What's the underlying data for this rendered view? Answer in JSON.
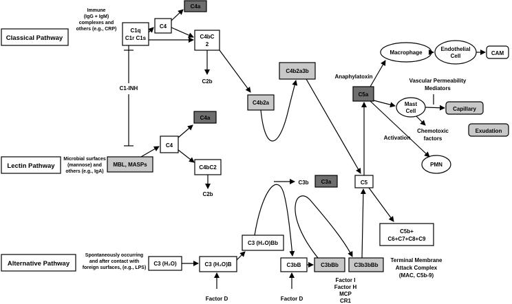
{
  "pathways": {
    "classical": "Classical Pathway",
    "lectin": "Lectin Pathway",
    "alternative": "Alternative Pathway"
  },
  "descriptions": {
    "classical": [
      "Immune",
      "(IgG + IgM)",
      "complexes and",
      "others (e.g., CRP)"
    ],
    "lectin": [
      "Microbial surfaces",
      "(mannose) and",
      "others (e.g., IgA)"
    ],
    "alternative": [
      "Spontaneously occurring",
      "and after contact with",
      "foreign surfaces, (e.g., LPS)"
    ]
  },
  "nodes": {
    "c1q": [
      "C1q",
      "C1r C1s"
    ],
    "c4_top": "C4",
    "c4a_top": "C4a",
    "c4bc2_top": [
      "C4bC",
      "2"
    ],
    "c2b_top": "C2b",
    "c1_inh": "C1-INH",
    "c4b2a": "C4b2a",
    "c4b2a3b": "C4b2a3b",
    "mbl": "MBL, MASPs",
    "c4_mid": "C4",
    "c4a_mid": "C4a",
    "c4bc2_mid": "C4bC2",
    "c2b_mid": "C2b",
    "c3b": "C3b",
    "c3a": "C3a",
    "c5": "C5",
    "c5a": "C5a",
    "anaphylatoxin": "Anaphylatoxin",
    "macrophage": "Macrophage",
    "endothelial": [
      "Endothelial",
      "Cell"
    ],
    "cam": "CAM",
    "vascular": [
      "Vascular Permeability",
      "Mediators"
    ],
    "mast": [
      "Mast",
      "Cell"
    ],
    "capillary": "Capillary",
    "chemotoxic": [
      "Chemotoxic",
      "factors"
    ],
    "exudation": "Exudation",
    "activation": "Activation",
    "pmn": "PMN",
    "c3h2obb": "C3 (H₂O)Bb",
    "c3h2o": "C3 (H₂O)",
    "c3h2ob": "C3 (H₂O)B",
    "factor_d1": "Factor D",
    "c3bb": "C3bB",
    "factor_d2": "Factor D",
    "c3bbb": "C3bBb",
    "c3b3bbb": "C3b3bBb",
    "regulators": [
      "Factor I",
      "Factor H",
      "MCP",
      "CR1"
    ],
    "c5b": [
      "C5b+",
      "C6+C7+C8+C9"
    ],
    "mac": [
      "Terminal Membrane",
      "Attack Complex",
      "(MAC, C5b-9)"
    ]
  }
}
